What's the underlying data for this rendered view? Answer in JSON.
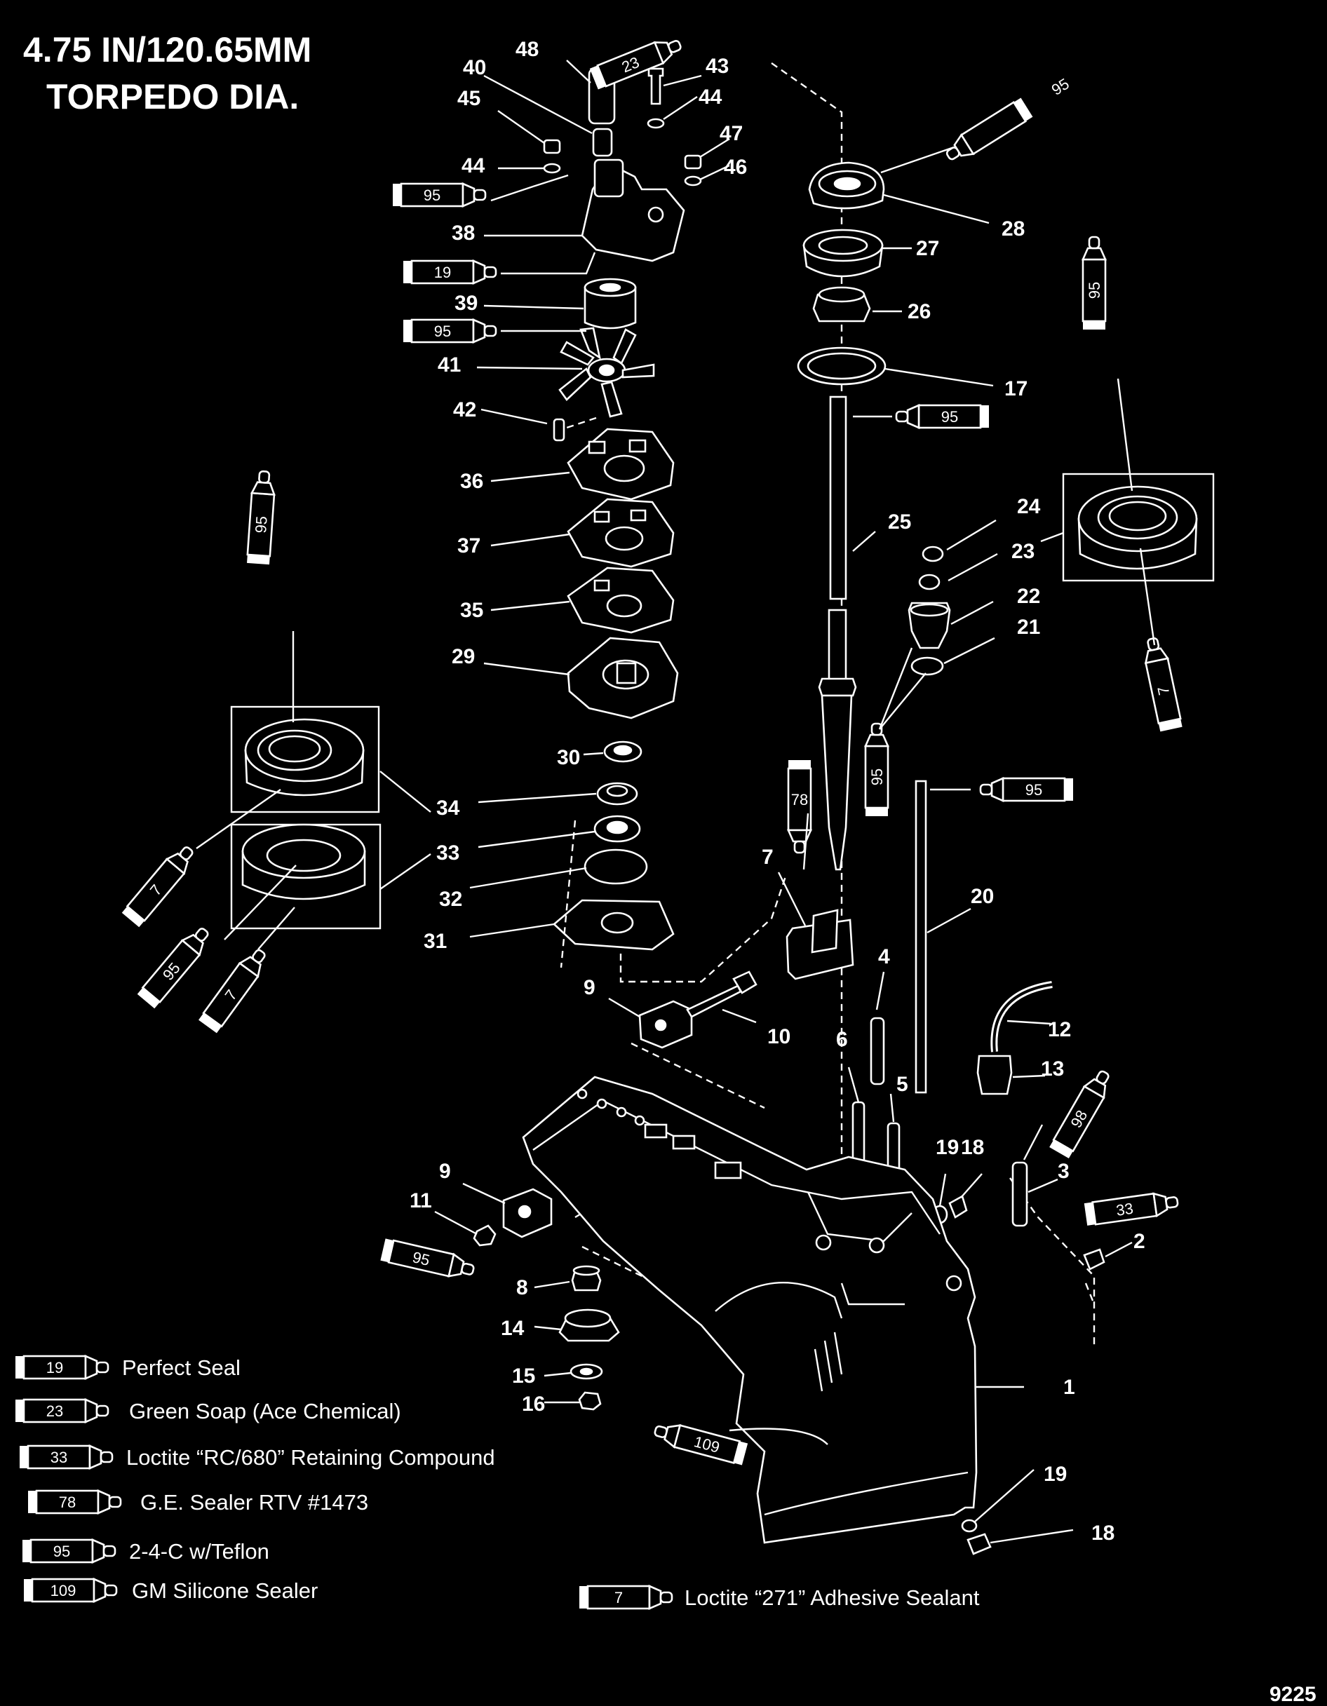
{
  "title_line1": "4.75 IN/120.65MM",
  "title_line2": "TORPEDO DIA.",
  "figure_code": "9225",
  "callouts": {
    "c48": "48",
    "c40": "40",
    "c43": "43",
    "c45": "45",
    "c44a": "44",
    "c44b": "44",
    "c47": "47",
    "c46": "46",
    "c38": "38",
    "c39": "39",
    "c41": "41",
    "c42": "42",
    "c36": "36",
    "c37": "37",
    "c35": "35",
    "c29": "29",
    "c30": "30",
    "c34": "34",
    "c33": "33",
    "c32": "32",
    "c31": "31",
    "c28": "28",
    "c27": "27",
    "c26": "26",
    "c17": "17",
    "c25": "25",
    "c24": "24",
    "c23": "23",
    "c22": "22",
    "c21": "21",
    "c7": "7",
    "c20": "20",
    "c4": "4",
    "c9a": "9",
    "c10": "10",
    "c6": "6",
    "c12": "12",
    "c13": "13",
    "c5": "5",
    "c19a": "19",
    "c18a": "18",
    "c3": "3",
    "c9b": "9",
    "c11": "11",
    "c2": "2",
    "c8": "8",
    "c14": "14",
    "c1": "1",
    "c15": "15",
    "c16": "16",
    "c19b": "19",
    "c18b": "18"
  },
  "tube_labels": {
    "t23": "23",
    "t95a": "95",
    "t95b": "95",
    "t19": "19",
    "t95c": "95",
    "t95d": "95",
    "t95e": "95",
    "t7a": "7",
    "t95f": "95",
    "t7b": "7",
    "t95g": "95",
    "t7c": "7",
    "t78": "78",
    "t95h": "95",
    "t95i": "95",
    "t98": "98",
    "t33": "33",
    "t95j": "95",
    "t109": "109"
  },
  "legend": [
    {
      "code": "19",
      "label": "Perfect Seal"
    },
    {
      "code": "23",
      "label": "Green Soap (Ace Chemical)"
    },
    {
      "code": "33",
      "label": "Loctite “RC/680” Retaining Compound"
    },
    {
      "code": "78",
      "label": "G.E. Sealer RTV #1473"
    },
    {
      "code": "95",
      "label": "2-4-C w/Teflon"
    },
    {
      "code": "109",
      "label": "GM Silicone Sealer"
    },
    {
      "code": "7",
      "label": "Loctite “271” Adhesive Sealant"
    }
  ],
  "colors": {
    "background": "#000000",
    "line": "#ffffff"
  }
}
